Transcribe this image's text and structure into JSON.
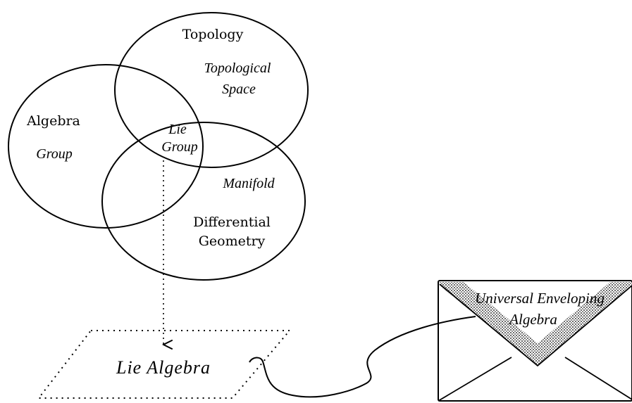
{
  "diagram": {
    "topology": {
      "title": "Topology",
      "concept_line1": "Topological",
      "concept_line2": "Space"
    },
    "algebra": {
      "title": "Algebra",
      "concept": "Group"
    },
    "lie_group": {
      "line1": "Lie",
      "line2": "Group"
    },
    "differential_geometry": {
      "concept": "Manifold",
      "title_line1": "Differential",
      "title_line2": "Geometry"
    },
    "lie_algebra": {
      "label": "Lie Algebra"
    },
    "envelope": {
      "line1": "Universal Enveloping",
      "line2": "Algebra"
    }
  }
}
